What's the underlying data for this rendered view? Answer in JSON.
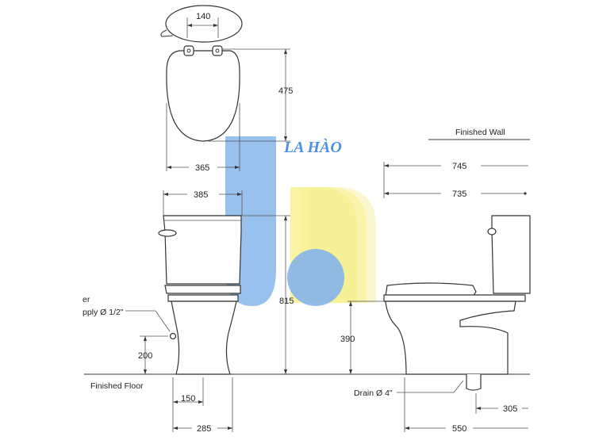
{
  "dimensions": {
    "hinge_spacing": "140",
    "seat_length": "475",
    "seat_width": "365",
    "tank_width": "385",
    "total_height": "815",
    "supply_height": "200",
    "supply_offset": "150",
    "base_width": "285",
    "wall_to_tank_front": "745",
    "wall_to_bowl_front": "735",
    "seat_height": "390",
    "bowl_depth": "550",
    "drain_to_wall": "305"
  },
  "labels": {
    "finished_wall": "Finished Wall",
    "finished_floor": "Finished Floor",
    "drain": "Drain Ø 4\"",
    "supply_line1": "er",
    "supply_line2": "pply Ø 1/2\""
  },
  "watermark": {
    "text": "LA HÀO",
    "blue": "#7fb1ea",
    "yellow": "#f6f08f"
  }
}
